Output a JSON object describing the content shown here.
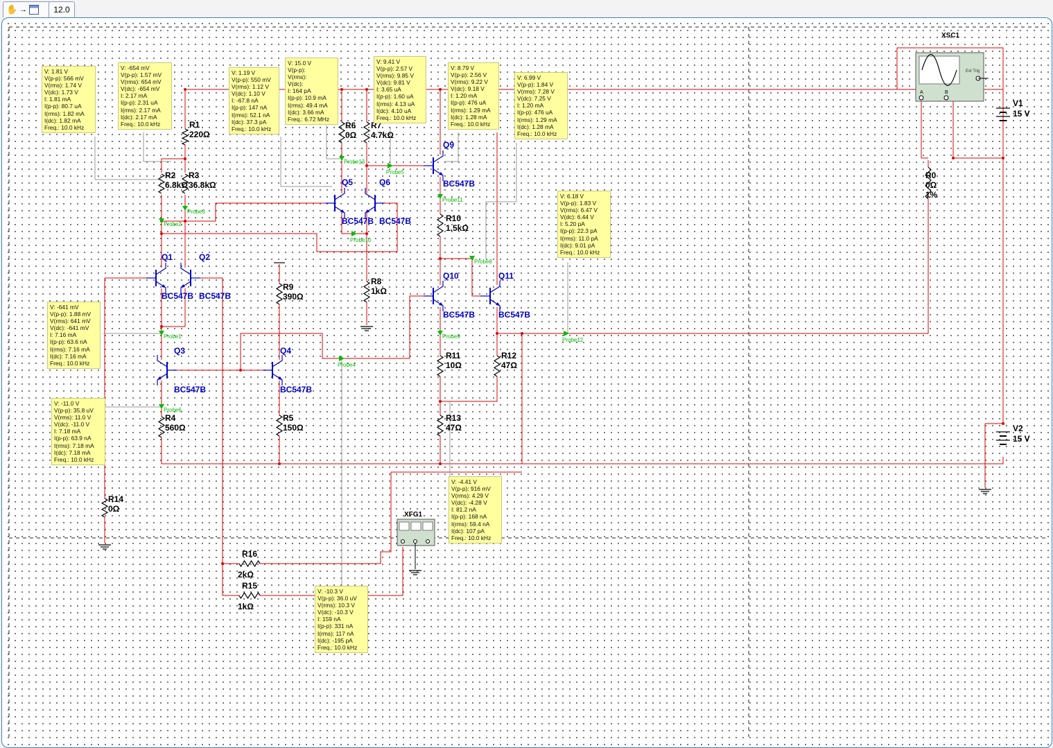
{
  "toolbar": {
    "tools": [
      {
        "name": "hand-pan-tool"
      },
      {
        "name": "arrow-icon"
      },
      {
        "name": "page-icon"
      }
    ],
    "zoom": "12.0"
  },
  "colors": {
    "wire": "#e00000",
    "component": "#000000",
    "transistor_label": "#0000cc",
    "probe": "#00bb00",
    "probe_box": "#ffff9f",
    "sheet_border": "#3a7fc8"
  },
  "instruments": {
    "oscilloscope": {
      "label": "XSC1",
      "ext_trig": "Ext Trig",
      "ch_a": "A",
      "ch_b": "B"
    },
    "function_generator": {
      "label": "XFG1"
    }
  },
  "sources": [
    {
      "id": "V1",
      "value": "15 V"
    },
    {
      "id": "V2",
      "value": "15 V"
    }
  ],
  "resistors": [
    {
      "id": "R1",
      "value": "220Ω"
    },
    {
      "id": "R2",
      "value": "6.8kΩ"
    },
    {
      "id": "R3",
      "value": "36.8kΩ"
    },
    {
      "id": "R4",
      "value": "560Ω"
    },
    {
      "id": "R5",
      "value": "150Ω"
    },
    {
      "id": "R6",
      "value": "0Ω"
    },
    {
      "id": "R7",
      "value": "4.7kΩ"
    },
    {
      "id": "R8",
      "value": "1kΩ"
    },
    {
      "id": "R9",
      "value": "390Ω"
    },
    {
      "id": "R10",
      "value": "1.5kΩ"
    },
    {
      "id": "R11",
      "value": "10Ω"
    },
    {
      "id": "R12",
      "value": "47Ω"
    },
    {
      "id": "R13",
      "value": "47Ω"
    },
    {
      "id": "R14",
      "value": "0Ω"
    },
    {
      "id": "R15",
      "value": "1kΩ"
    },
    {
      "id": "R16",
      "value": "2kΩ"
    },
    {
      "id": "R0",
      "value": "0Ω",
      "tolerance": "1%"
    }
  ],
  "transistors": [
    {
      "id": "Q1",
      "model": "BC547B"
    },
    {
      "id": "Q2",
      "model": "BC547B"
    },
    {
      "id": "Q3",
      "model": "BC547B"
    },
    {
      "id": "Q4",
      "model": "BC547B"
    },
    {
      "id": "Q5",
      "model": "BC547B"
    },
    {
      "id": "Q6",
      "model": "BC547B"
    },
    {
      "id": "Q9",
      "model": "BC547B"
    },
    {
      "id": "Q10",
      "model": "BC547B"
    },
    {
      "id": "Q11",
      "model": "BC547B"
    }
  ],
  "probes": [
    {
      "label": "Probe1",
      "readings": [
        "V: -641 mV",
        "V(p-p): 1.88 mV",
        "V(rms): 641 mV",
        "V(dc): -641 mV",
        "I: 7.16 mA",
        "I(p-p): 63.6 nA",
        "I(rms): 7.16 mA",
        "I(dc): 7.16 mA",
        "Freq.: 10.0 kHz"
      ]
    },
    {
      "label": "Probe2",
      "readings": [
        "V: 1.81 V",
        "V(p-p): 566 mV",
        "V(rms): 1.74 V",
        "V(dc): 1.73 V",
        "I: 1.81 mA",
        "I(p-p): 80.7 uA",
        "I(rms): 1.82 mA",
        "I(dc): 1.82 mA",
        "Freq.: 10.0 kHz"
      ]
    },
    {
      "label": "Probe3",
      "readings": [
        "V: -654 mV",
        "V(p-p): 1.57 mV",
        "V(rms): 654 mV",
        "V(dc): -654 mV",
        "I: 2.17 mA",
        "I(p-p): 2.31 uA",
        "I(rms): 2.17 mA",
        "I(dc): 2.17 mA",
        "Freq.: 10.0 kHz"
      ]
    },
    {
      "label": "Probe4",
      "readings": [
        "V: -10.3 V",
        "V(p-p): 36.0 uV",
        "V(rms): 10.3 V",
        "V(dc): -10.3 V",
        "I: 159 nA",
        "I(p-p): 331 nA",
        "I(rms): 117 nA",
        "I(dc): -195 pA",
        "Freq.: 10.0 kHz"
      ]
    },
    {
      "label": "Probe5",
      "readings": [
        "V: 9.41 V",
        "V(p-p): 2.57 V",
        "V(rms): 9.85 V",
        "V(dc): 9.81 V",
        "I: 3.65 uA",
        "I(p-p): 1.60 uA",
        "I(rms): 4.13 uA",
        "I(dc): 4.10 uA",
        "Freq.: 10.0 kHz"
      ]
    },
    {
      "label": "Probe6",
      "readings": [
        "V: -11.0 V",
        "V(p-p): 35.8 uV",
        "V(rms): 11.0 V",
        "V(dc): -11.0 V",
        "I: 7.18 mA",
        "I(p-p): 63.9 nA",
        "I(rms): 7.18 mA",
        "I(dc): 7.18 mA",
        "Freq.: 10.0 kHz"
      ]
    },
    {
      "label": "Probe8",
      "readings": [
        "V: 6.99 V",
        "V(p-p): 1.84 V",
        "V(rms): 7.28 V",
        "V(dc): 7.25 V",
        "I: 1.20 mA",
        "I(p-p): 476 uA",
        "I(rms): 1.29 mA",
        "I(dc): 1.28 mA",
        "Freq.: 10.0 kHz"
      ]
    },
    {
      "label": "Probe9",
      "readings": [
        "V: -4.41 V",
        "V(p-p): 916 mV",
        "V(rms): 4.29 V",
        "V(dc): -4.28 V",
        "I: 81.2 nA",
        "I(p-p): 168 nA",
        "I(rms): 59.4 nA",
        "I(dc): 107 pA",
        "Freq.: 10.0 kHz"
      ]
    },
    {
      "label": "Probe10",
      "readings": [
        "V: 1.19 V",
        "V(p-p): 550 mV",
        "V(rms): 1.12 V",
        "V(dc): 1.10 V",
        "I: -67.8 nA",
        "I(p-p): 147 nA",
        "I(rms): 52.1 nA",
        "I(dc): 37.3 pA",
        "Freq.: 10.0 kHz"
      ]
    },
    {
      "label": "Probe11",
      "readings": [
        "V: 8.79 V",
        "V(p-p): 2.56 V",
        "V(rms): 9.22 V",
        "V(dc): 9.18 V",
        "I: 1.20 mA",
        "I(p-p): 476 uA",
        "I(rms): 1.29 mA",
        "I(dc): 1.28 mA",
        "Freq.: 10.0 kHz"
      ]
    },
    {
      "label": "Probe12",
      "readings": [
        "V: 6.18 V",
        "V(p-p): 1.83 V",
        "V(rms): 6.47 V",
        "V(dc): 6.44 V",
        "I: 5.20 pA",
        "I(p-p): 22.3 pA",
        "I(rms): 11.0 pA",
        "I(dc): 9.01 pA",
        "Freq.: 10.0 kHz"
      ]
    },
    {
      "label": "Probe13",
      "readings": [
        "V: 15.0 V",
        "V(p-p): ",
        "V(rms): ",
        "V(dc): ",
        "I: 164 pA",
        "I(p-p): 10.9 mA",
        "I(rms): 49.4 mA",
        "I(dc): 3.66 mA",
        "Freq.: 6.72 MHz"
      ]
    }
  ]
}
